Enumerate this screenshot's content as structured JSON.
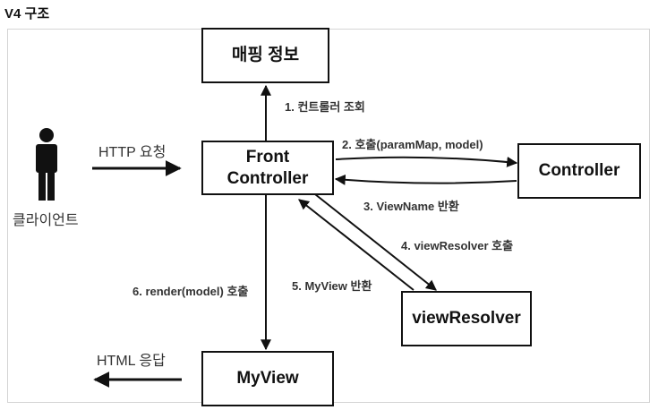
{
  "title": "V4 구조",
  "nodes": {
    "mapping": "매핑 정보",
    "front": "Front\nController",
    "controller": "Controller",
    "resolver": "viewResolver",
    "myview": "MyView"
  },
  "client": {
    "label": "클라이언트",
    "request": "HTTP 요청",
    "response": "HTML 응답"
  },
  "edges": {
    "lookup": "1. 컨트롤러 조회",
    "call": "2. 호출(paramMap, model)",
    "viewname": "3. ViewName 반환",
    "resolve": "4. viewResolver 호출",
    "myview_return": "5. MyView 반환",
    "render": "6. render(model) 호출"
  }
}
